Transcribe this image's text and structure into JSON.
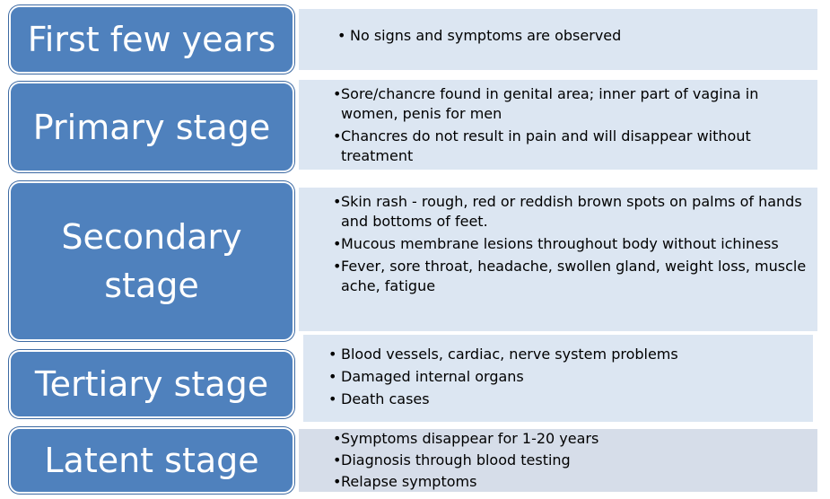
{
  "stages": [
    {
      "title": "First few years",
      "bullet_style": "spaced",
      "items": [
        "No signs and symptoms are observed"
      ]
    },
    {
      "title": "Primary stage",
      "bullet_style": "tight",
      "items": [
        "Sore/chancre found in genital area; inner part of vagina in women, penis for men",
        "Chancres do not result in pain and will disappear without treatment"
      ]
    },
    {
      "title": "Secondary stage",
      "bullet_style": "tight",
      "items": [
        "Skin rash - rough, red or reddish brown spots on palms of hands and bottoms of feet.",
        "Mucous membrane lesions throughout body without ichiness",
        "Fever, sore throat, headache, swollen gland, weight loss, muscle ache, fatigue"
      ]
    },
    {
      "title": "Tertiary stage",
      "bullet_style": "spaced",
      "items": [
        "Blood vessels, cardiac, nerve system problems",
        "Damaged internal organs",
        "Death cases"
      ]
    },
    {
      "title": "Latent stage",
      "bullet_style": "tight",
      "items": [
        "Symptoms disappear for 1-20 years",
        "Diagnosis through blood testing",
        "Relapse symptoms"
      ]
    }
  ],
  "bullet_char": "•",
  "colors": {
    "stage_fill": "#4f81bd",
    "detail_fill": "#dce6f2",
    "latent_detail_fill": "#d6dde9"
  }
}
